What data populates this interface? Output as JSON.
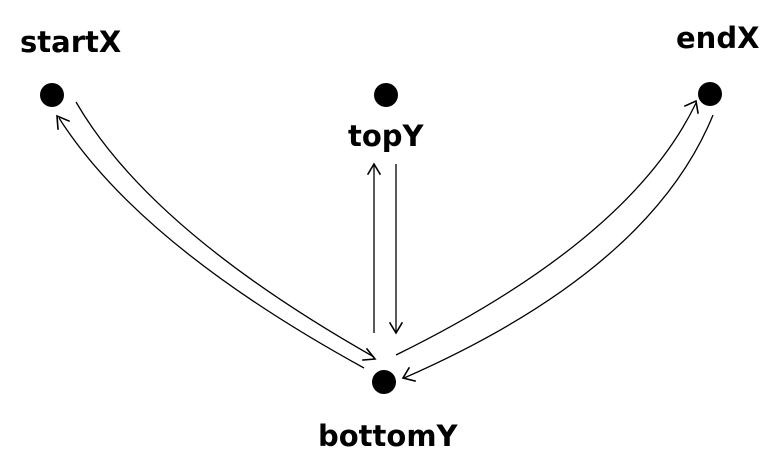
{
  "diagram": {
    "type": "directed-graph",
    "colors": {
      "background": "#ffffff",
      "ink": "#000000"
    },
    "nodes": [
      {
        "id": "startX",
        "label": "startX"
      },
      {
        "id": "topY",
        "label": "topY"
      },
      {
        "id": "endX",
        "label": "endX"
      },
      {
        "id": "bottomY",
        "label": "bottomY"
      }
    ],
    "edges": [
      {
        "from": "startX",
        "to": "bottomY"
      },
      {
        "from": "bottomY",
        "to": "startX"
      },
      {
        "from": "topY",
        "to": "bottomY"
      },
      {
        "from": "bottomY",
        "to": "topY"
      },
      {
        "from": "bottomY",
        "to": "endX"
      },
      {
        "from": "endX",
        "to": "bottomY"
      }
    ]
  }
}
